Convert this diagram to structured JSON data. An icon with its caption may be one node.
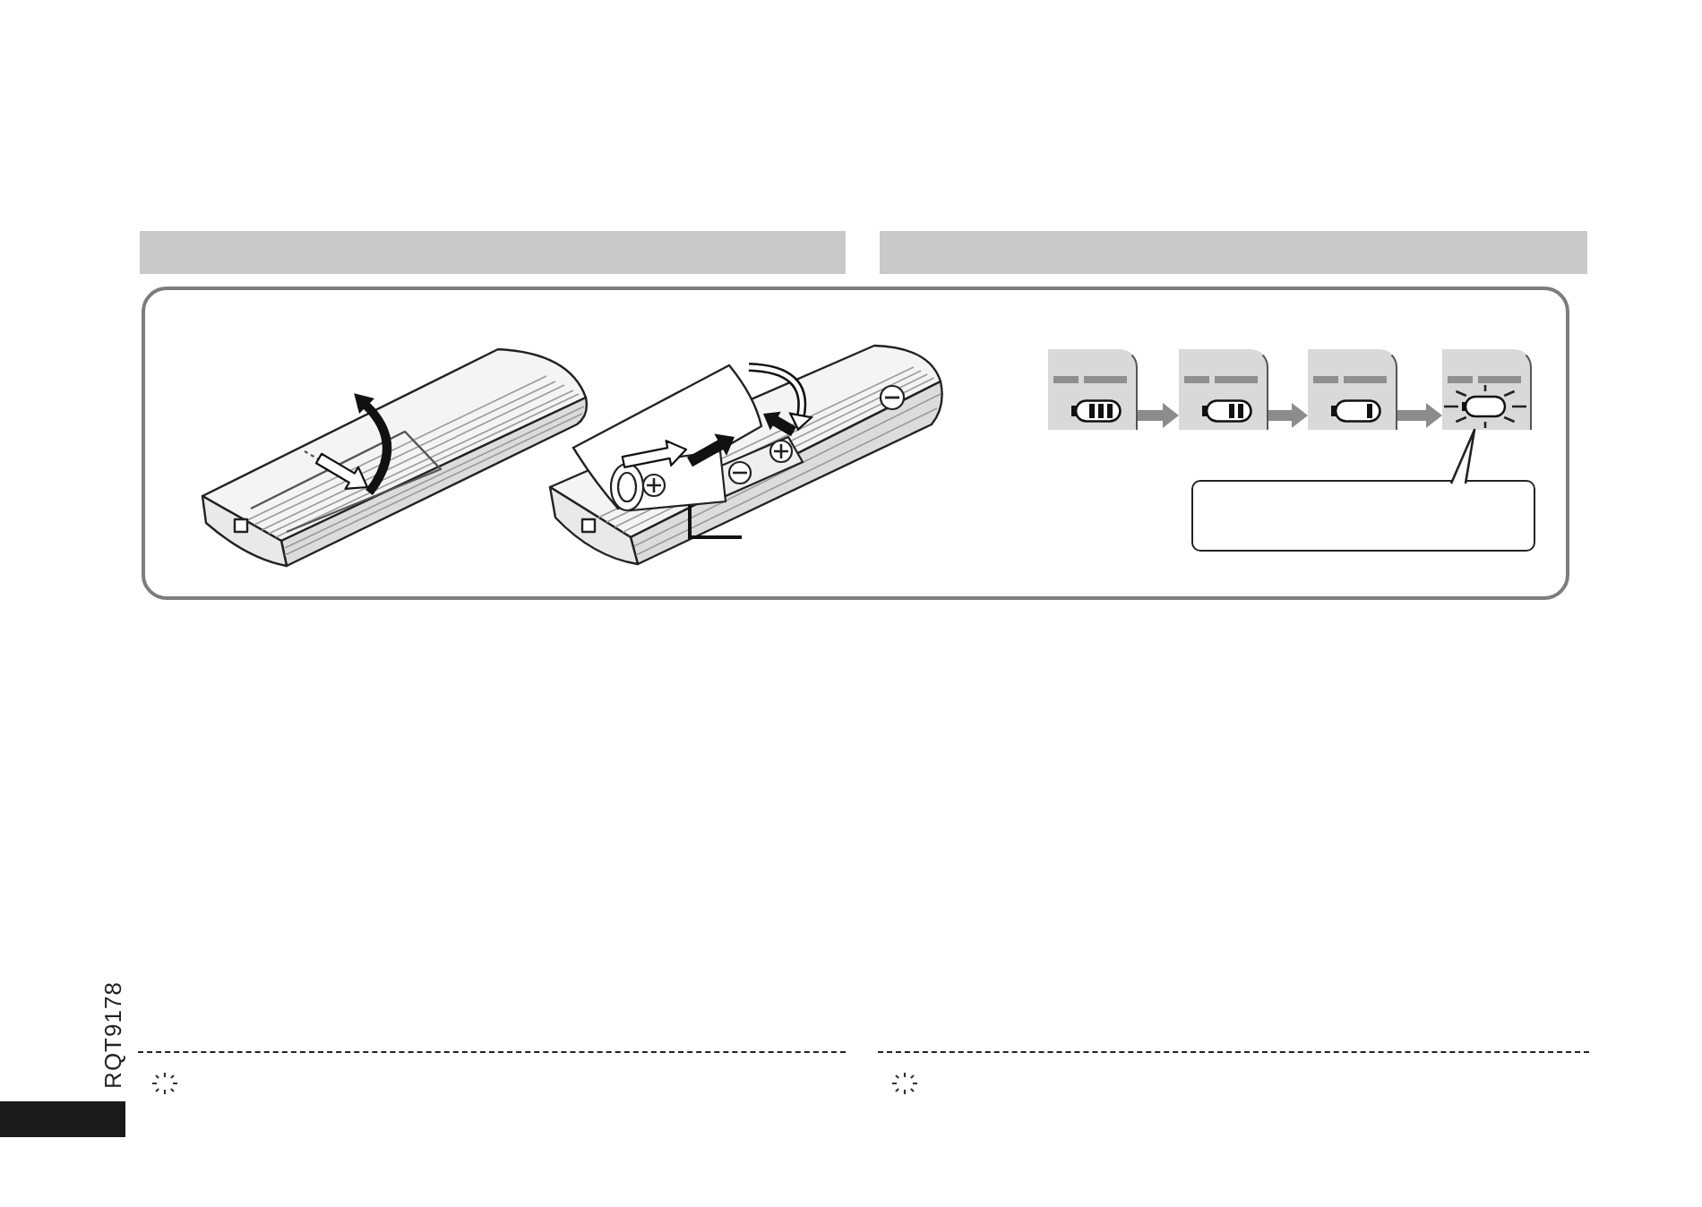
{
  "diagram": {
    "nodes": [
      {
        "text": [],
        "shape": "picture"
      },
      {
        "text": [],
        "shape": "picture"
      },
      {
        "text": [],
        "shape": "picture"
      },
      {
        "text": [],
        "shape": "picture"
      },
      {
        "text": [],
        "shape": "box"
      }
    ],
    "edges": [
      {
        "from": 0,
        "to": 1,
        "arrow": "to"
      },
      {
        "from": 1,
        "to": 2,
        "arrow": "to"
      },
      {
        "from": 2,
        "to": 3,
        "arrow": "to"
      },
      {
        "from": 4,
        "to": 3,
        "arrow": "none",
        "color": "#222222"
      }
    ],
    "labels": [
      "RQT9178"
    ]
  }
}
